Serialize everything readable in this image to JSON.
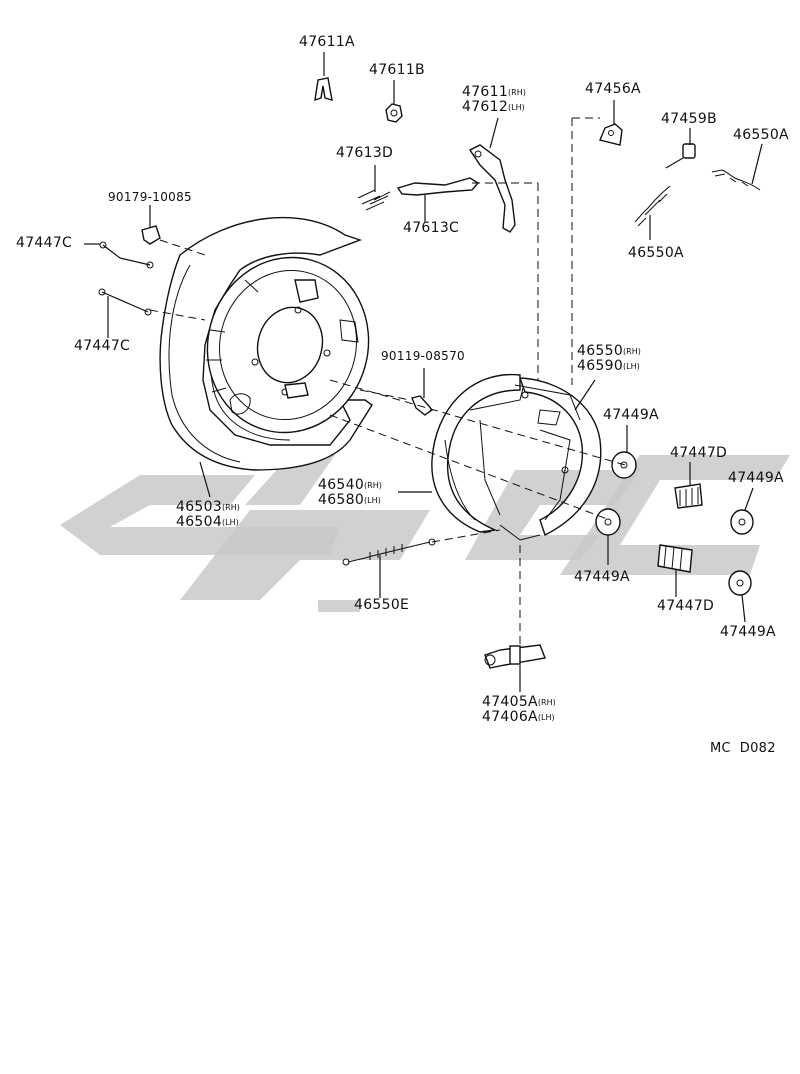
{
  "diagram_code": "MC  D082",
  "labels": {
    "p47611A": "47611A",
    "p47611B": "47611B",
    "p47611": "47611",
    "p47611_suf": "(RH)",
    "p47612": "47612",
    "p47612_suf": "(LH)",
    "p47456A": "47456A",
    "p47459B": "47459B",
    "p46550A_top": "46550A",
    "p47613D": "47613D",
    "p47613C": "47613C",
    "p46550A_mid": "46550A",
    "p90179": "90179-10085",
    "p47447C_a": "47447C",
    "p47447C_b": "47447C",
    "p90119": "90119-08570",
    "p46550": "46550",
    "p46550_suf": "(RH)",
    "p46590": "46590",
    "p46590_suf": "(LH)",
    "p47449A_a": "47449A",
    "p47447D_a": "47447D",
    "p47449A_b": "47449A",
    "p46503": "46503",
    "p46503_suf": "(RH)",
    "p46504": "46504",
    "p46504_suf": "(LH)",
    "p46540": "46540",
    "p46540_suf": "(RH)",
    "p46580": "46580",
    "p46580_suf": "(LH)",
    "p47449A_c": "47449A",
    "p47447D_b": "47447D",
    "p46550E": "46550E",
    "p47449A_d": "47449A",
    "p47405A": "47405A",
    "p47405A_suf": "(RH)",
    "p47406A": "47406A",
    "p47406A_suf": "(LH)"
  },
  "watermark": {
    "color": "#c9c9c9"
  }
}
